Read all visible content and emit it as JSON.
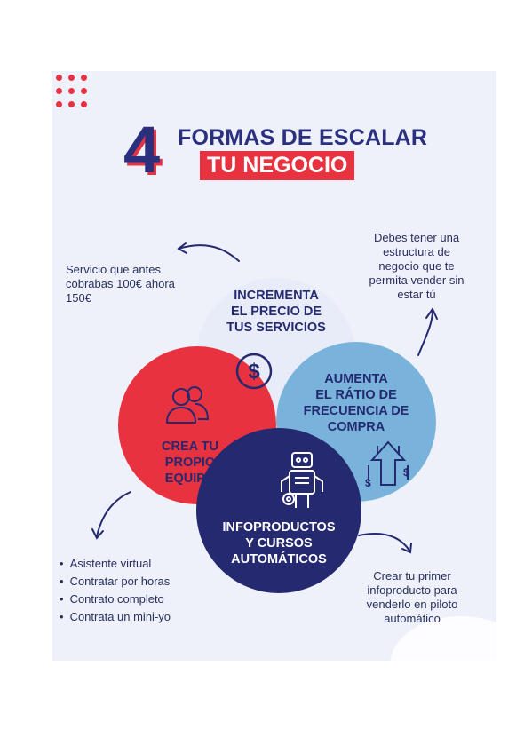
{
  "header": {
    "number": "4",
    "title_line1": "FORMAS DE ESCALAR",
    "title_line2": "TU NEGOCIO"
  },
  "circles": {
    "top": {
      "text": "INCREMENTA\nEL PRECIO DE\nTUS SERVICIOS",
      "icon": "dollar-coin-icon"
    },
    "right": {
      "text": "AUMENTA\nEL RÁTIO DE\nFRECUENCIA DE\nCOMPRA",
      "icon": "growth-arrow-icon"
    },
    "left": {
      "text": "CREA TU\nPROPIO\nEQUIPO",
      "icon": "team-people-icon"
    },
    "bottom": {
      "text": "INFOPRODUCTOS\nY CURSOS\nAUTOMÁTICOS",
      "icon": "robot-icon"
    }
  },
  "notes": {
    "top_left": "Servicio que antes\ncobrabas 100€ ahora\n150€",
    "top_right": "Debes tener una\nestructura de\nnegocio que te\npermita vender sin\nestar tú",
    "bottom_right": "Crear tu primer\ninfoproducto para\nvenderlo en piloto\nautomático"
  },
  "team_options": [
    "Asistente virtual",
    "Contratar por horas",
    "Contrato completo",
    "Contrata un mini-yo"
  ],
  "colors": {
    "navy": "#25296f",
    "red": "#e8323f",
    "light_blue": "#79b3db",
    "pale": "#e8ecf8",
    "background": "#eef1fa"
  }
}
